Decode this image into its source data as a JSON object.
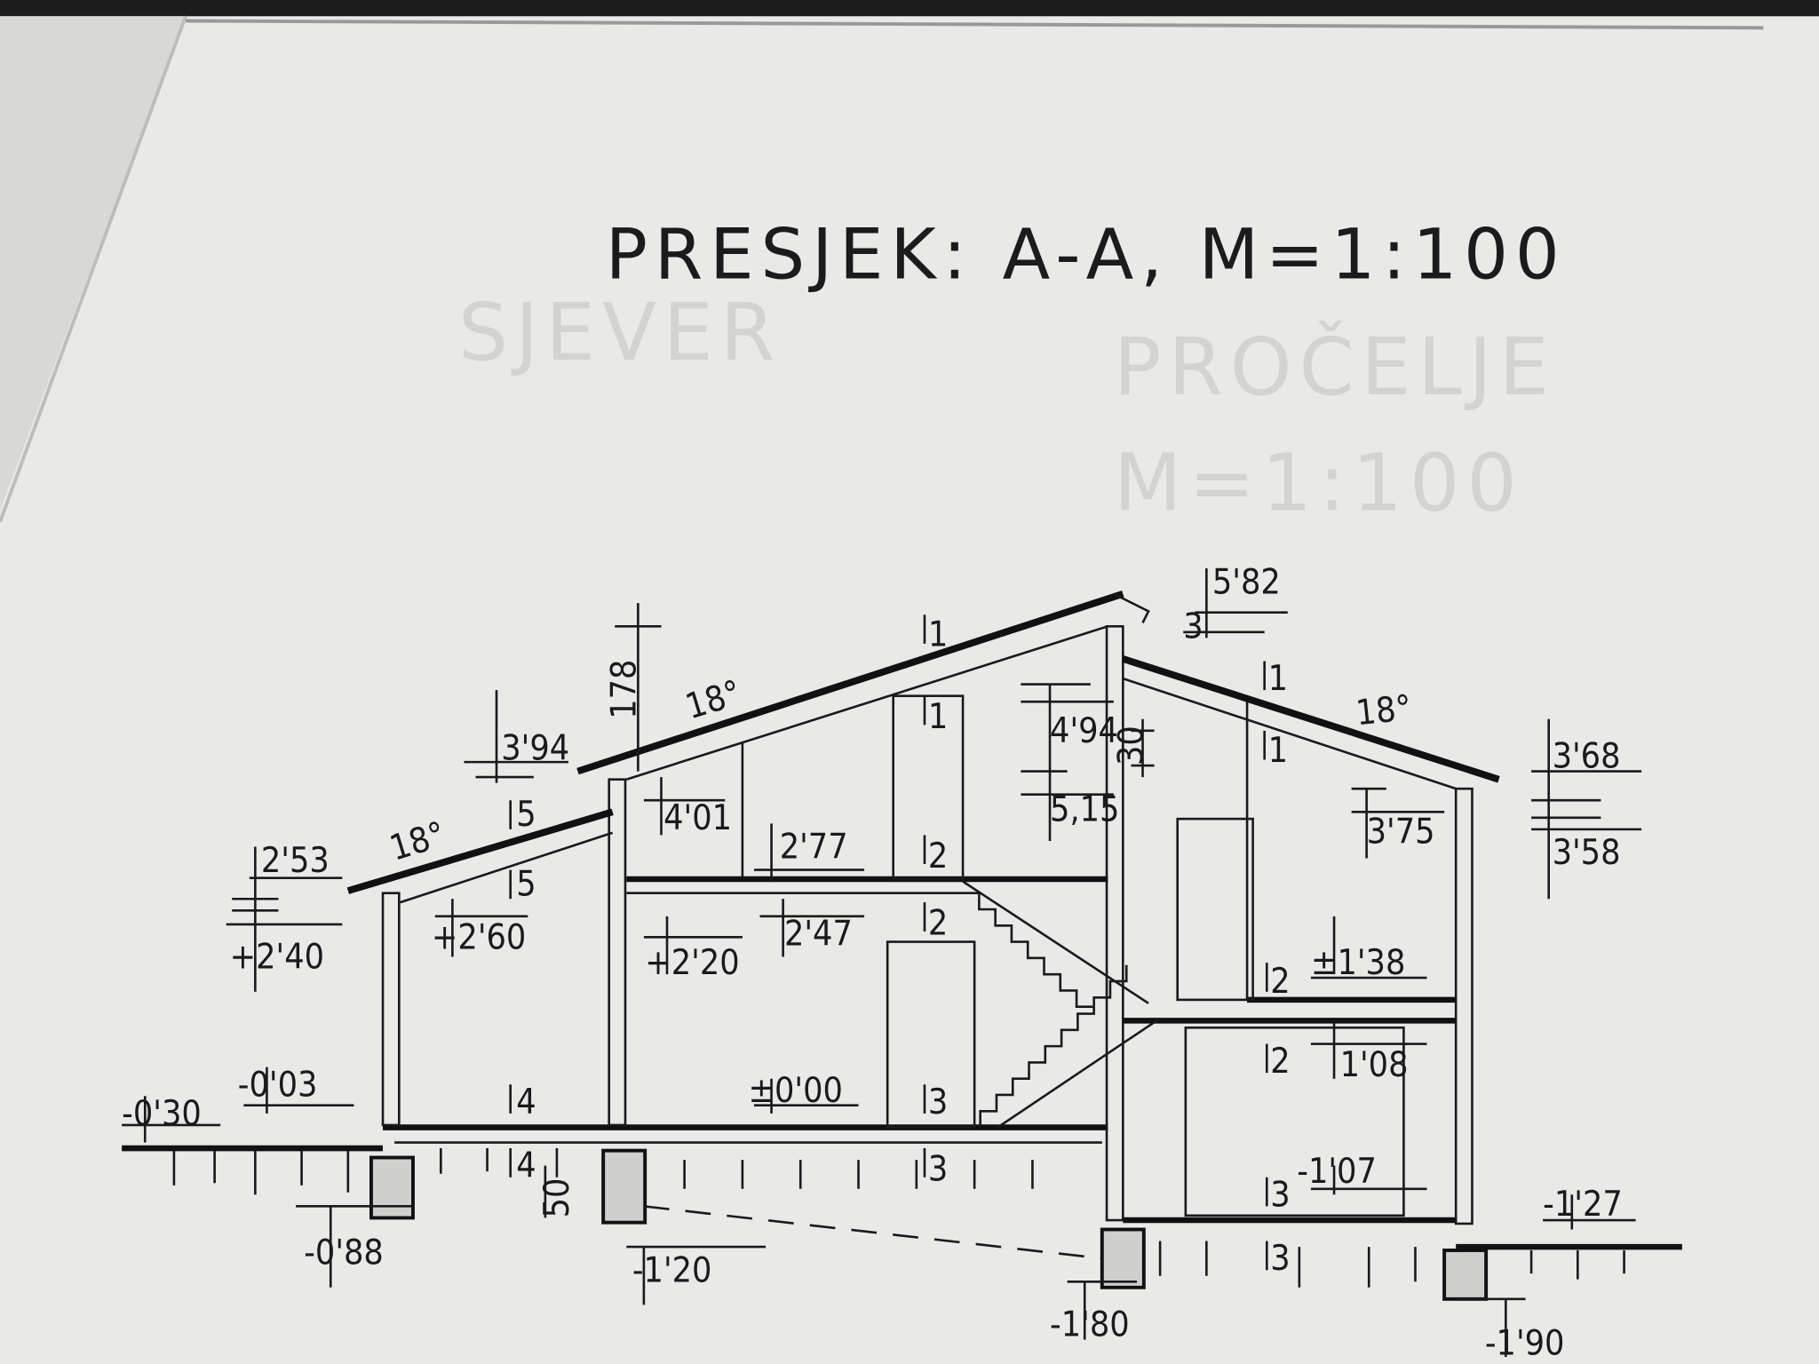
{
  "title": "PRESJEK: A-A,  M=1:100",
  "show_through_text": [
    "SJEVER",
    "PROČELJE",
    "M=1:100"
  ],
  "roof_pitch": "18°",
  "labels": {
    "l582": "5'82",
    "l3": "3",
    "l494": "4'94",
    "l30": "30",
    "l515": "5,15",
    "l368": "3'68",
    "l358": "3'58",
    "l375": "3'75",
    "l138": "±1'38",
    "l108": "1'08",
    "l107": "-1'07",
    "l127": "-1'27",
    "l180": "-1'80",
    "l190": "-1'90",
    "l120": "-1'20",
    "l088": "-0'88",
    "l50": "50",
    "l000": "±0'00",
    "l003": "-0'03",
    "l030": "-0'30",
    "l240": "+2'40",
    "l253": "2'53",
    "l394": "3'94",
    "l260": "+2'60",
    "l401": "4'01",
    "l178": "178",
    "l277": "2'77",
    "l220": "+2'20",
    "l247": "2'47"
  },
  "section_marks": {
    "m1": "1",
    "m2": "2",
    "m3": "3",
    "m4": "4",
    "m5": "5"
  }
}
